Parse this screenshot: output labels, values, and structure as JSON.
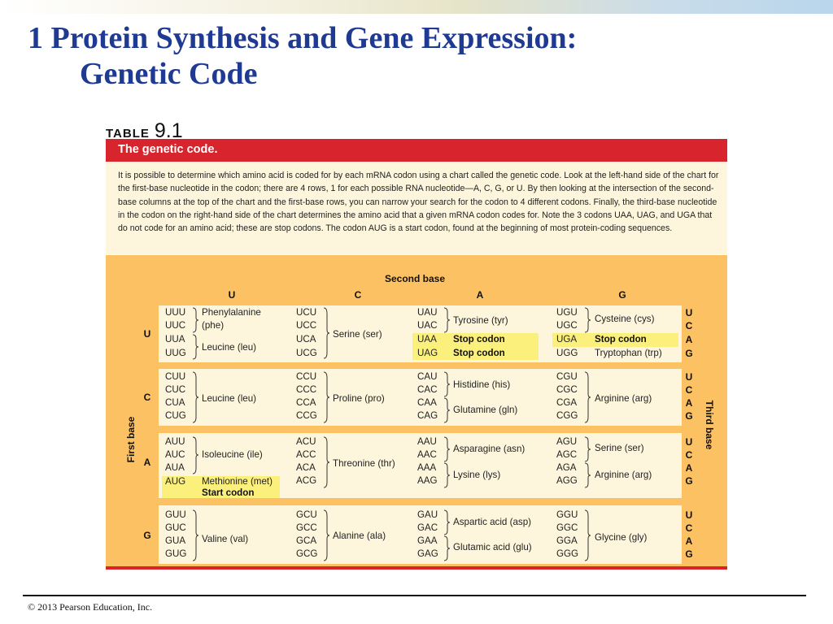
{
  "slide": {
    "title_line1": "1 Protein Synthesis and Gene Expression:",
    "title_line2": "Genetic Code",
    "footer": "© 2013 Pearson Education, Inc."
  },
  "table": {
    "label_word": "TABLE",
    "label_number": "9.1",
    "caption": "The genetic code.",
    "description": "It is possible to determine which amino acid is coded for by each mRNA codon using a chart called the genetic code. Look at the left-hand side of the chart for the first-base nucleotide in the codon; there are 4 rows, 1 for each possible RNA nucleotide—A, C, G, or U. By then looking at the intersection of the second-base columns at the top of the chart and the first-base rows, you can narrow your search for the codon to 4 different codons. Finally, the third-base nucleotide in the codon on the right-hand side of the chart determines the amino acid that a given mRNA codon codes for. Note the 3 codons UAA, UAG, and UGA that do not code for an amino acid; these are stop codons. The codon AUG is a start codon, found at the beginning of most protein-coding sequences.",
    "second_base_header": "Second base",
    "first_base_header": "First base",
    "third_base_header": "Third base",
    "second_base_columns": [
      "U",
      "C",
      "A",
      "G"
    ],
    "first_base_rows": [
      "U",
      "C",
      "A",
      "G"
    ],
    "third_base_letters": [
      "U",
      "C",
      "A",
      "G"
    ]
  },
  "codons": [
    [
      "UUU",
      "UUC",
      "UUA",
      "UUG",
      "UCU",
      "UCC",
      "UCA",
      "UCG",
      "UAU",
      "UAC",
      "UAA",
      "UAG",
      "UGU",
      "UGC",
      "UGA",
      "UGG"
    ],
    [
      "CUU",
      "CUC",
      "CUA",
      "CUG",
      "CCU",
      "CCC",
      "CCA",
      "CCG",
      "CAU",
      "CAC",
      "CAA",
      "CAG",
      "CGU",
      "CGC",
      "CGA",
      "CGG"
    ],
    [
      "AUU",
      "AUC",
      "AUA",
      "AUG",
      "ACU",
      "ACC",
      "ACA",
      "ACG",
      "AAU",
      "AAC",
      "AAA",
      "AAG",
      "AGU",
      "AGC",
      "AGA",
      "AGG"
    ],
    [
      "GUU",
      "GUC",
      "GUA",
      "GUG",
      "GCU",
      "GCC",
      "GCA",
      "GCG",
      "GAU",
      "GAC",
      "GAA",
      "GAG",
      "GGU",
      "GGC",
      "GGA",
      "GGG"
    ]
  ],
  "amino_acids": {
    "phe_line1": "Phenylalanine",
    "phe_line2": "(phe)",
    "leu": "Leucine (leu)",
    "ser": "Serine (ser)",
    "tyr": "Tyrosine (tyr)",
    "stop": "Stop codon",
    "cys": "Cysteine (cys)",
    "trp": "Tryptophan (trp)",
    "pro": "Proline (pro)",
    "his": "Histidine (his)",
    "gln": "Glutamine (gln)",
    "arg": "Arginine (arg)",
    "ile": "Isoleucine (ile)",
    "met": "Methionine (met)",
    "start": "Start codon",
    "thr": "Threonine (thr)",
    "asn": "Asparagine (asn)",
    "lys": "Lysine (lys)",
    "val": "Valine (val)",
    "ala": "Alanine (ala)",
    "asp": "Aspartic acid (asp)",
    "glu": "Glutamic acid (glu)",
    "gly": "Glycine (gly)"
  },
  "colors": {
    "title_blue": "#1f3a93",
    "header_red": "#d8242d",
    "chart_orange": "#fbc163",
    "cell_cream": "#fdf6dc",
    "highlight_yellow": "#fcf07c"
  }
}
